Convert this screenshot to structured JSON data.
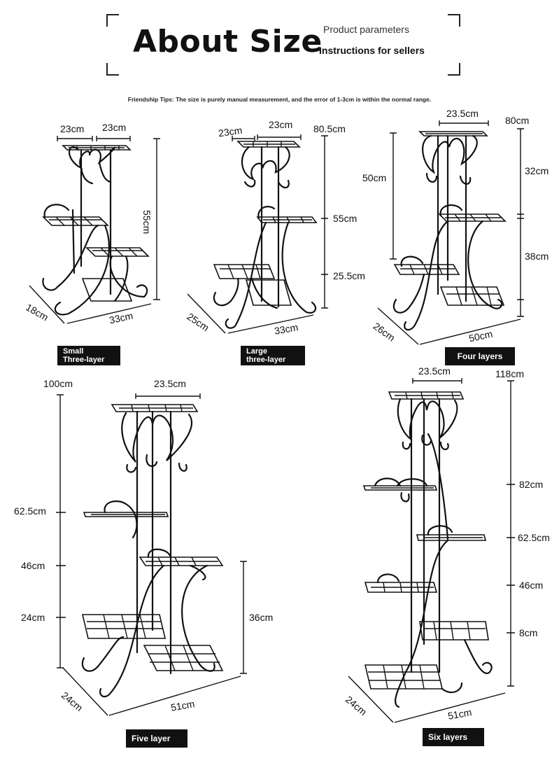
{
  "header": {
    "title": "About Size",
    "subtitle_top": "Product parameters",
    "subtitle_bottom": "Instructions for sellers"
  },
  "tip": "Friendship Tips: The size is purely manual measurement, and the error of 1-3cm is within the normal range.",
  "products": [
    {
      "label_line1": "Small",
      "label_line2": "Three-layer",
      "dims": {
        "top_left": "23cm",
        "top_right": "23cm",
        "height": "55cm",
        "depth": "18cm",
        "width": "33cm"
      }
    },
    {
      "label_line1": "Large",
      "label_line2": "three-layer",
      "dims": {
        "top_left": "23cm",
        "top_right": "23cm",
        "total": "80.5cm",
        "mid": "55cm",
        "low": "25.5cm",
        "depth": "25cm",
        "width": "33cm"
      }
    },
    {
      "label": "Four layers",
      "dims": {
        "top": "23.5cm",
        "total": "80cm",
        "upper": "32cm",
        "left": "50cm",
        "lower": "38cm",
        "depth": "26cm",
        "width": "50cm"
      }
    },
    {
      "label": "Five layer",
      "dims": {
        "top": "23.5cm",
        "total": "100cm",
        "h1": "62.5cm",
        "h2": "46cm",
        "h3": "24cm",
        "right": "36cm",
        "depth": "24cm",
        "width": "51cm"
      }
    },
    {
      "label": "Six layers",
      "dims": {
        "top": "23.5cm",
        "total": "118cm",
        "h1": "82cm",
        "h2": "62.5cm",
        "h3": "46cm",
        "h4": "8cm",
        "depth": "24cm",
        "width": "51cm"
      }
    }
  ]
}
